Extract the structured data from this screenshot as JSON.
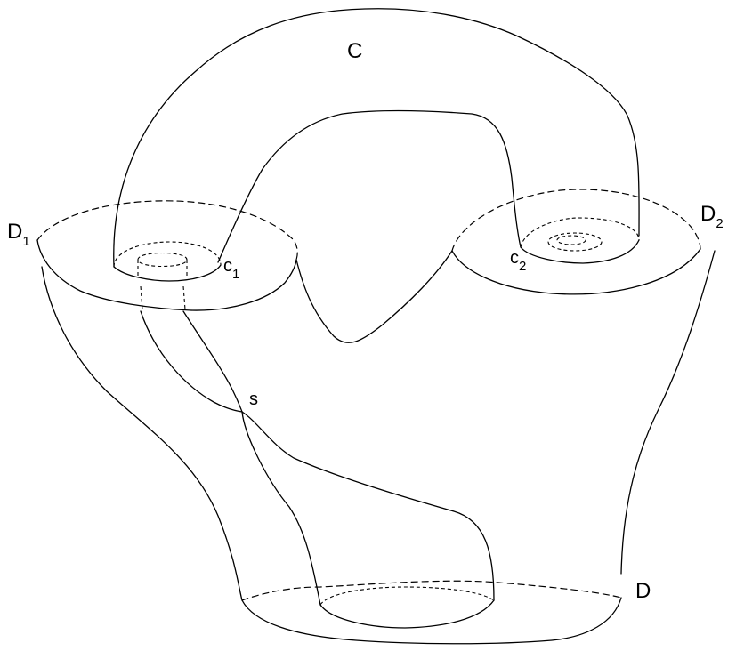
{
  "labels": {
    "C": "C",
    "D1": {
      "main": "D",
      "sub": "1"
    },
    "D2": {
      "main": "D",
      "sub": "2"
    },
    "c1": {
      "main": "c",
      "sub": "1"
    },
    "c2": {
      "main": "c",
      "sub": "2"
    },
    "s": "s",
    "D": "D"
  }
}
